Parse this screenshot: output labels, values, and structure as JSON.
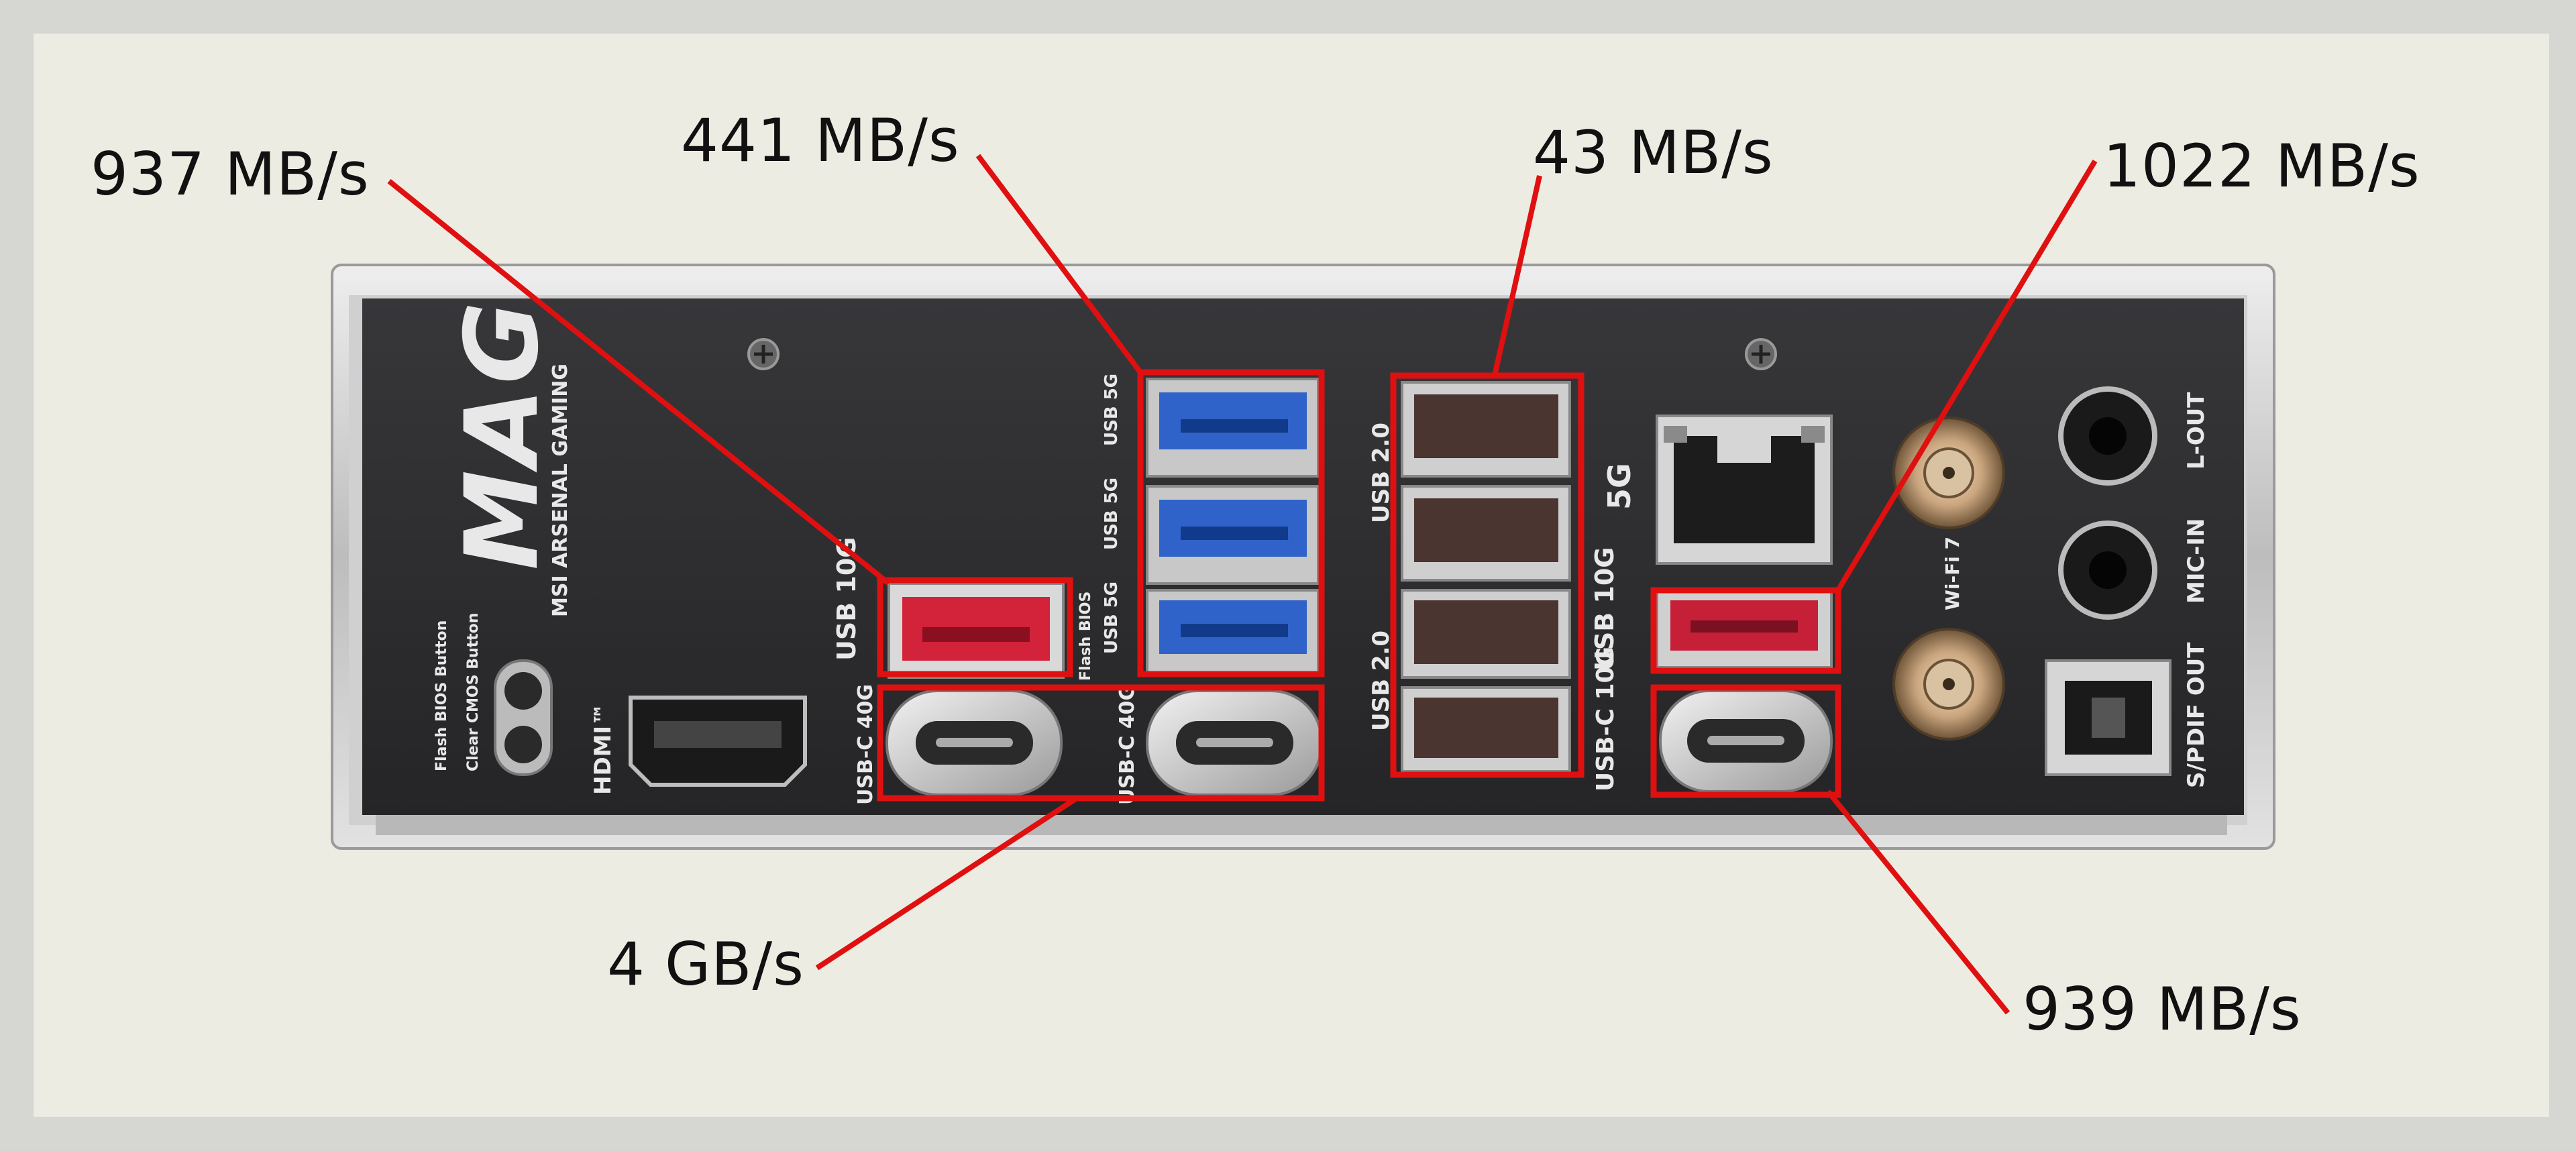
{
  "callouts": {
    "usb10g_front": "937 MB/s",
    "usb5g": "441 MB/s",
    "usb20": "43 MB/s",
    "usb10g_rear": "1022 MB/s",
    "usbc40g": "4 GB/s",
    "usbc10g": "939 MB/s"
  },
  "panel_labels": {
    "brand_logo": "MAG",
    "brand_sub": "MSI ARSENAL GAMING",
    "flash_bios": "Flash BIOS Button",
    "clear_cmos": "Clear CMOS Button",
    "hdmi": "HDMI™",
    "usb10g": "USB 10G",
    "usb5g": "USB 5G",
    "flash_bios_small": "Flash BIOS",
    "usbc40g": "USB-C 40G",
    "usb20": "USB 2.0",
    "five_g": "5G",
    "usbc10g": "USB-C 10G",
    "wifi": "Wi-Fi 7",
    "spdif": "S/PDIF OUT",
    "mic_in": "MIC-IN",
    "l_out": "L-OUT"
  },
  "colors": {
    "background": "#ecece2",
    "highlight": "#e01010",
    "panel": "#2b2b2d",
    "bracket": "#c9c9c9"
  }
}
